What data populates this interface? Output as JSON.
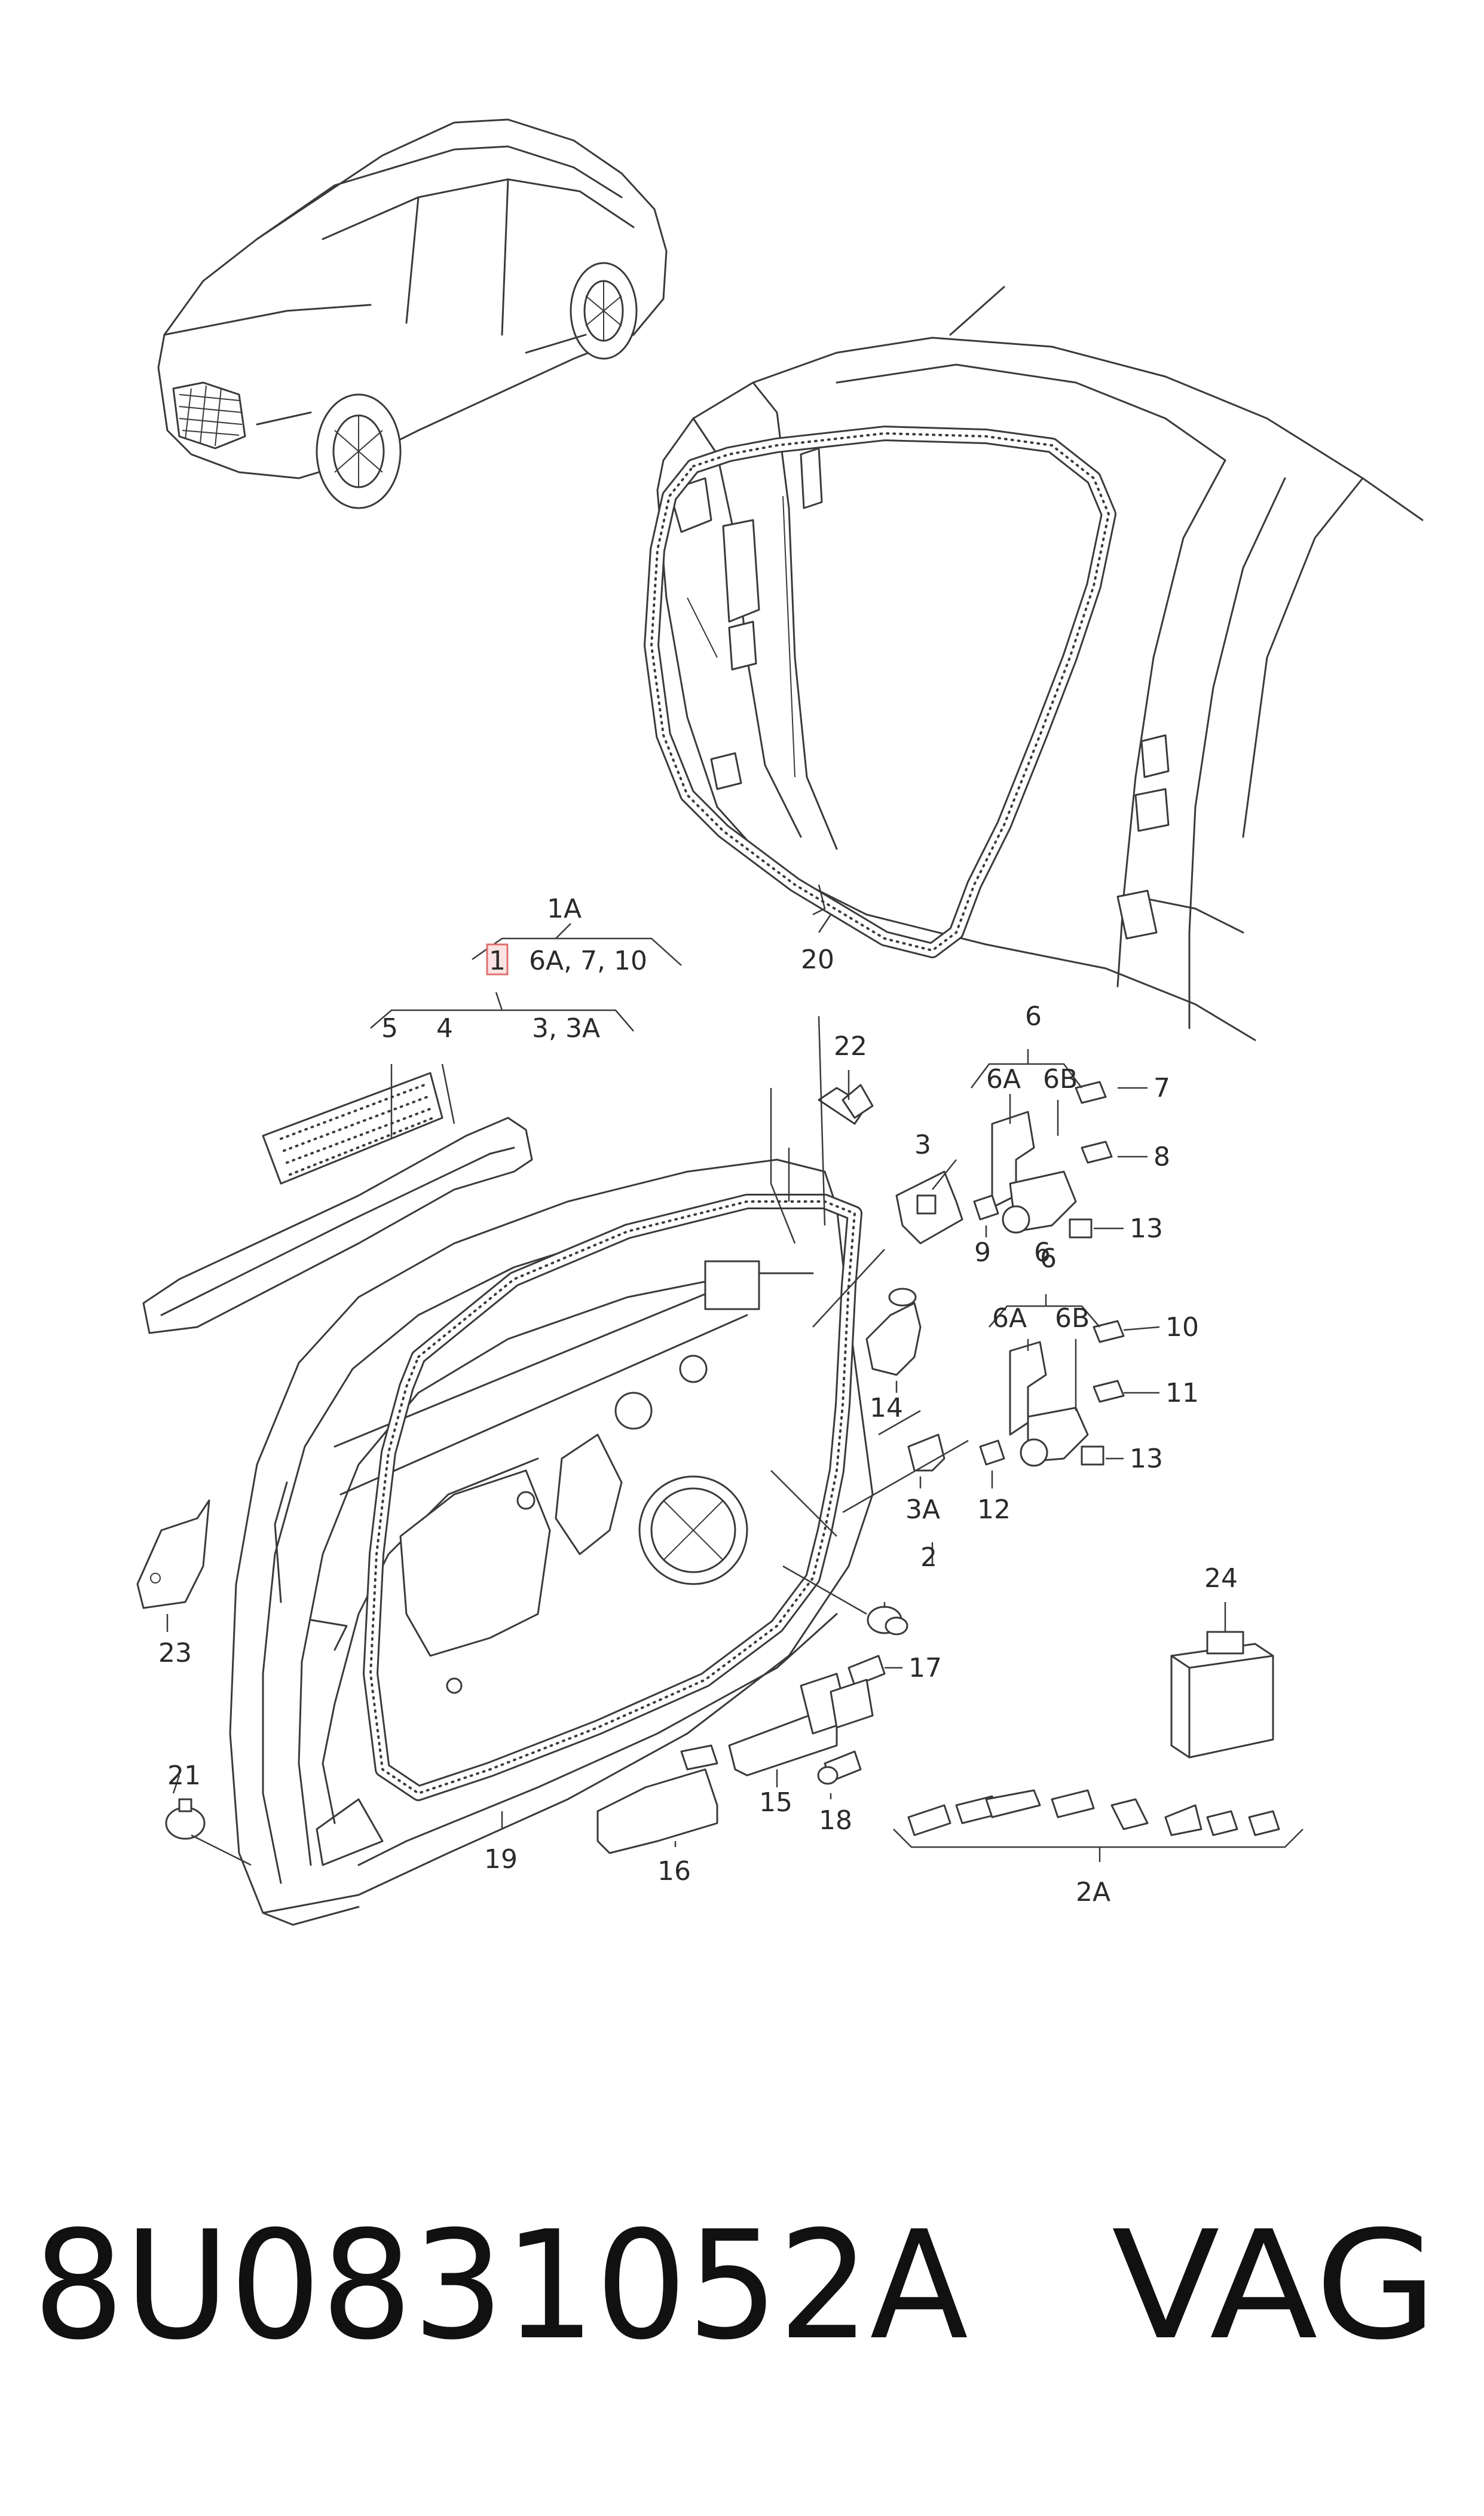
{
  "labels": {
    "l1A": "1A",
    "l1": "1",
    "l6A_7_10": "6A, 7, 10",
    "l3_3A": "3, 3A",
    "l5": "5",
    "l4": "4",
    "l20": "20",
    "l22": "22",
    "l6_top": "6",
    "l6A_top": "6A",
    "l6B_top": "6B",
    "l7": "7",
    "l3": "3",
    "l8": "8",
    "l13_top": "13",
    "l9": "9",
    "l6_mid": "6",
    "l6_low": "6",
    "l6A_low": "6A",
    "l6B_low": "6B",
    "l10": "10",
    "l14": "14",
    "l11": "11",
    "l3A": "3A",
    "l12": "12",
    "l13_low": "13",
    "l23": "23",
    "l2": "2",
    "l24": "24",
    "l17": "17",
    "l21": "21",
    "l15": "15",
    "l18": "18",
    "l19": "19",
    "l16": "16",
    "l2A": "2A"
  },
  "footer": {
    "part_number": "8U0831052A",
    "brand": "VAG"
  },
  "colors": {
    "line": "#3a3a3a",
    "highlight_fill": "#fbe3e3",
    "highlight_stroke": "#e07070"
  }
}
